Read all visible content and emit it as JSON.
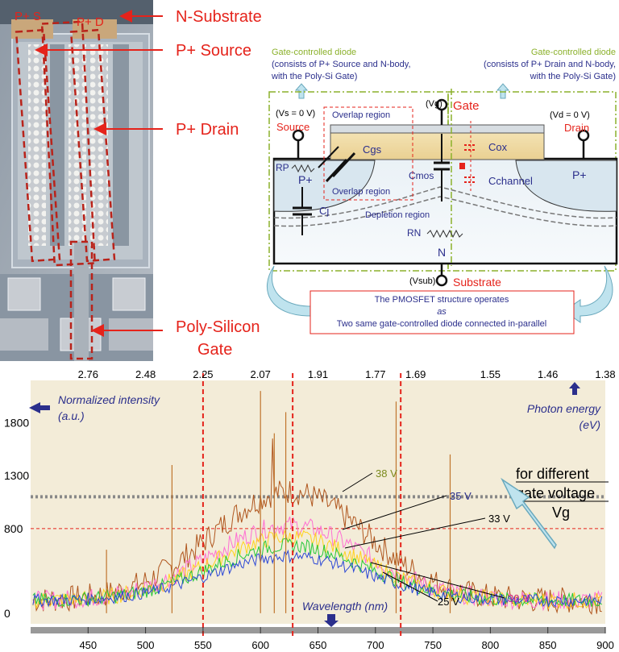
{
  "photo": {
    "labels": {
      "nsub": "N-Substrate",
      "psource": "P+ Source",
      "pdrain": "P+ Drain",
      "poly1": "Poly-Silicon",
      "poly2": "Gate",
      "ps": "P+ S",
      "pd": "P+ D"
    }
  },
  "diagram": {
    "gcd_title": "Gate-controlled diode",
    "gcd_left_desc1": "(consists of P+ Source and N-body,",
    "gcd_right_desc1": "(consists of P+ Drain and N-body,",
    "gcd_desc2": "with the Poly-Si Gate)",
    "vs": "(Vs = 0 V)",
    "vg": "(Vg)",
    "vd": "(Vd = 0 V)",
    "vsub": "(Vsub)",
    "source": "Source",
    "gate": "Gate",
    "drain": "Drain",
    "substrate": "Substrate",
    "overlap": "Overlap region",
    "depletion": "Depletion region",
    "cgs": "Cgs",
    "cmos": "Cmos",
    "cox": "Cox",
    "cchannel": "Cchannel",
    "cj": "Cj",
    "rp": "RP",
    "rn": "RN",
    "pplus": "P+",
    "n": "N",
    "bottom_line1": "The PMOSFET structure operates",
    "bottom_line2": "as",
    "bottom_line3": "Two same gate-controlled diode connected in-parallel"
  },
  "chart_data": {
    "type": "line",
    "xlabel": "Wavelength (nm)",
    "ylabel": "Normalized intensity (a.u.)",
    "x2label": "Photon energy (eV)",
    "xlim": [
      400,
      900
    ],
    "ylim": [
      -100,
      2200
    ],
    "xticks": [
      450,
      500,
      550,
      600,
      650,
      700,
      750,
      800,
      850,
      900
    ],
    "yticks": [
      0,
      800,
      1300,
      1800
    ],
    "top_ticks": [
      {
        "label": "2.76",
        "wl": 450
      },
      {
        "label": "2.48",
        "wl": 500
      },
      {
        "label": "2.25",
        "wl": 550
      },
      {
        "label": "2.07",
        "wl": 600
      },
      {
        "label": "1.91",
        "wl": 650
      },
      {
        "label": "1.77",
        "wl": 700
      },
      {
        "label": "1.69",
        "wl": 735
      },
      {
        "label": "1.55",
        "wl": 800
      },
      {
        "label": "1.46",
        "wl": 850
      },
      {
        "label": "1.38",
        "wl": 900
      }
    ],
    "vlines_wl": [
      550,
      628,
      722
    ],
    "hlines_y": [
      800,
      1100
    ],
    "series": [
      {
        "name": "38 V",
        "color": "#b0561e",
        "peak": 1150
      },
      {
        "name": "35 V",
        "color": "#ff6fd3",
        "peak": 830
      },
      {
        "name": "33 V",
        "color": "#ffd21f",
        "peak": 720
      },
      {
        "name": "30 V",
        "color": "#26c93a",
        "peak": 640
      },
      {
        "name": "25 V",
        "color": "#2b47d6",
        "peak": 540
      }
    ],
    "series_text_colors": [
      "#7a8a1c",
      "#2b2f8c",
      "#000000",
      "#c21fa2",
      "#000000"
    ],
    "annotation1": "for different",
    "annotation2": "gate voltage",
    "annotation3": "Vg"
  }
}
